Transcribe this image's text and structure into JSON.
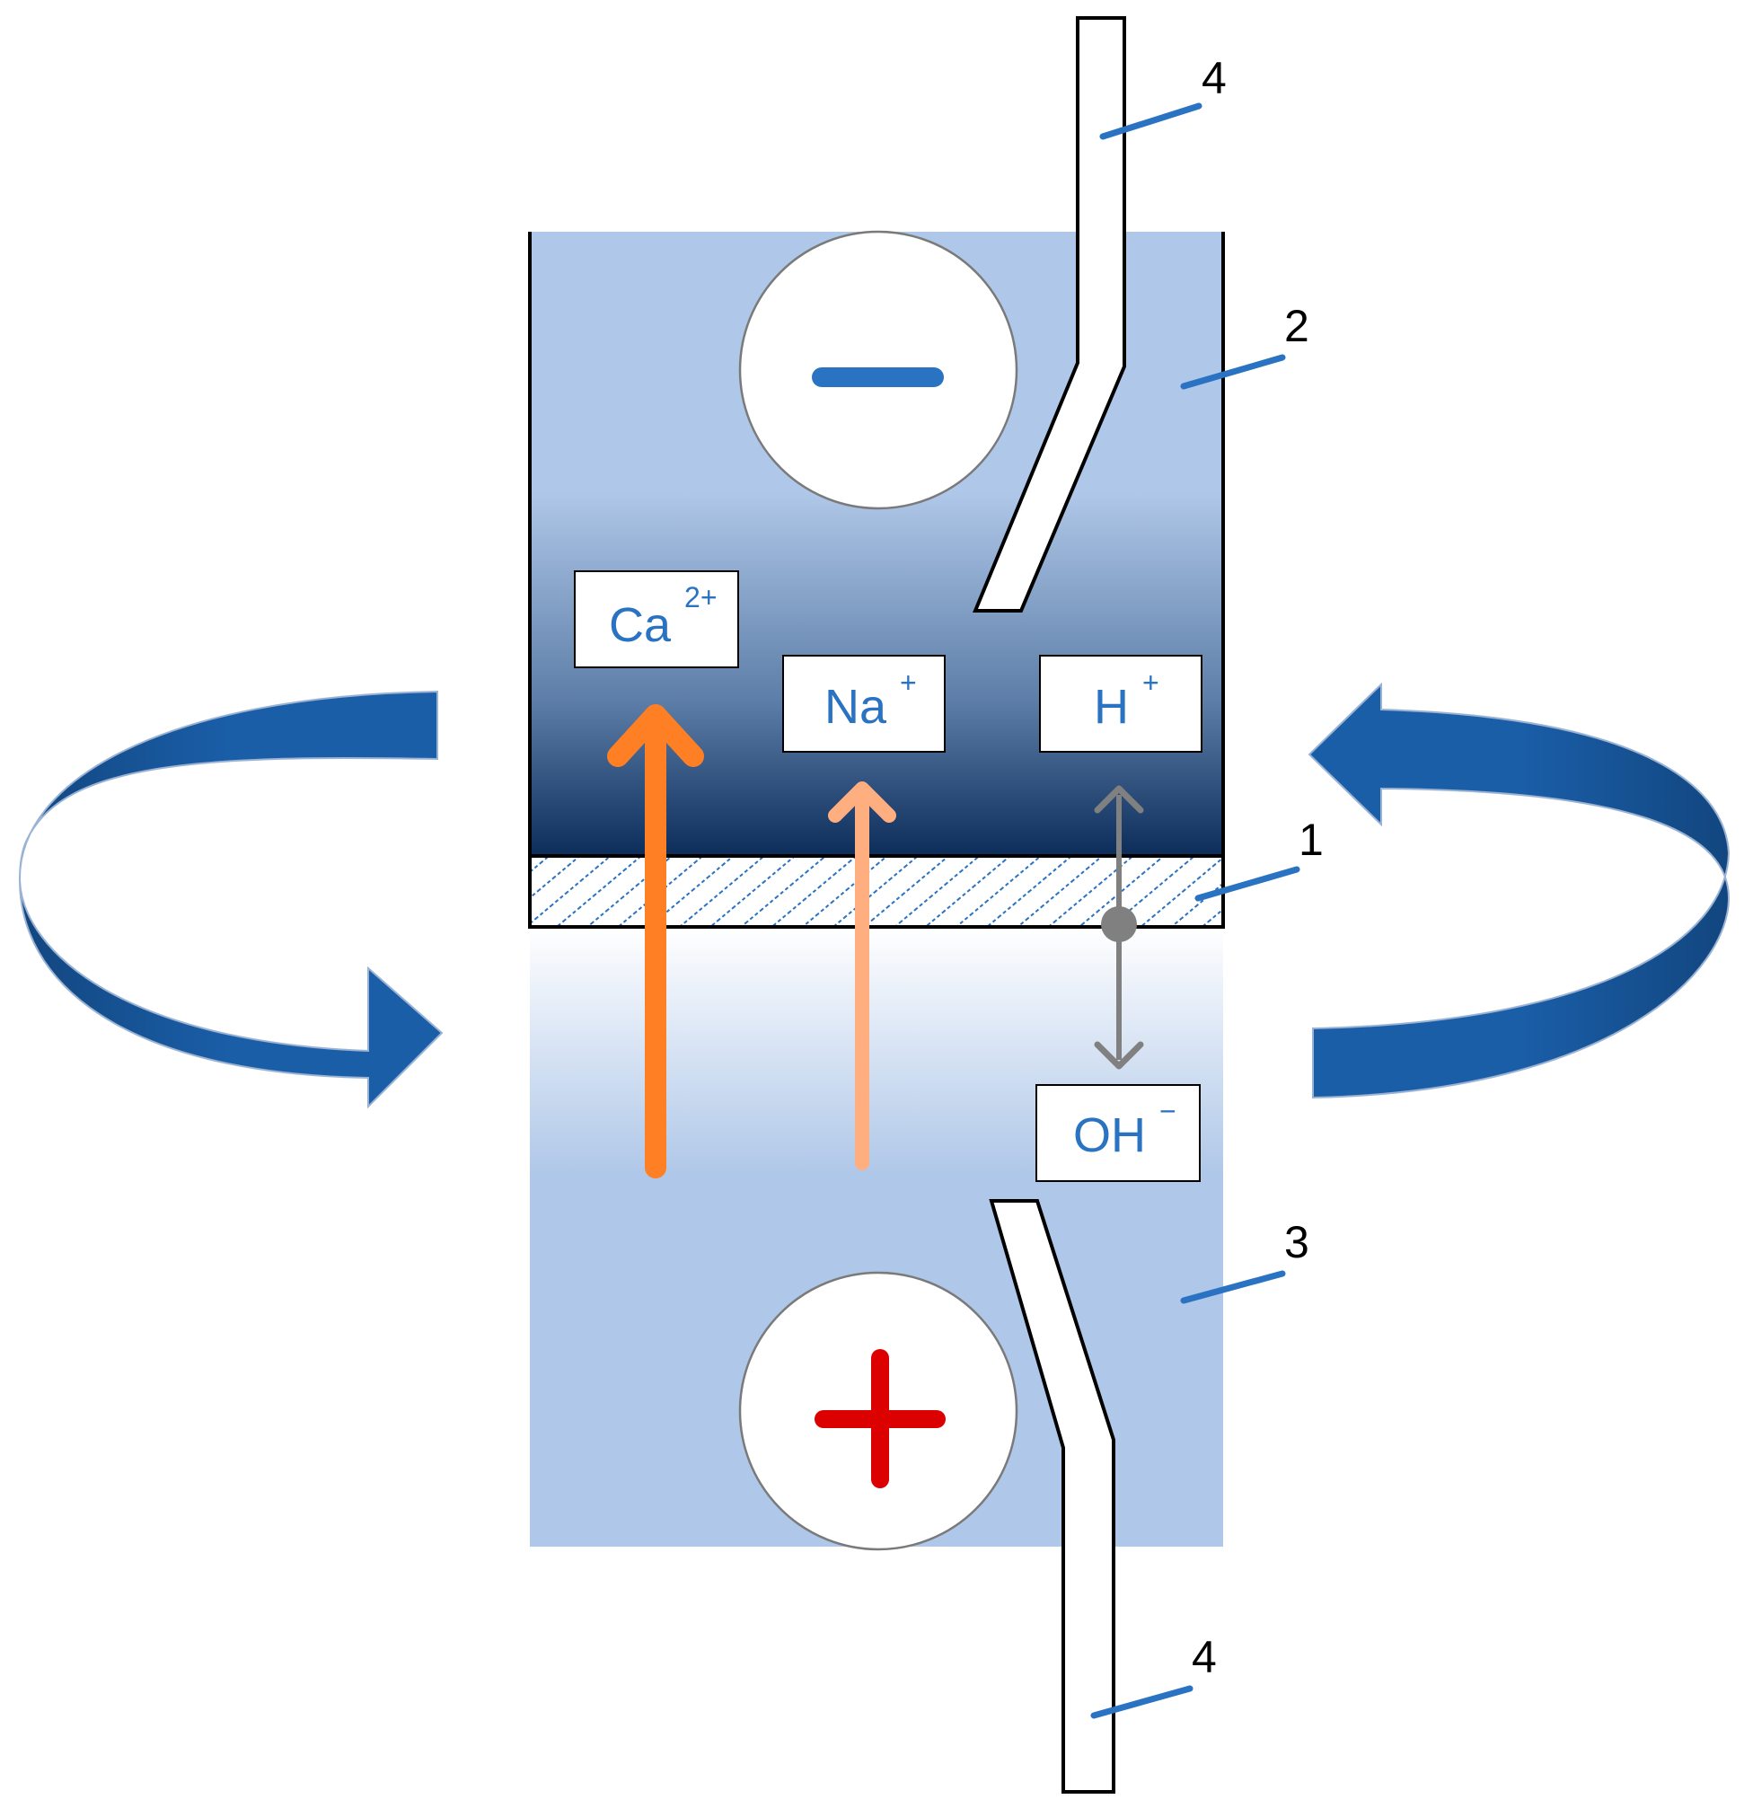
{
  "colors": {
    "chamber_light": "#afc7e8",
    "chamber_dark": "#0c2c5a",
    "cycle_arrow": "#1a5ea8",
    "cycle_arrow_dark": "#12467f",
    "leader_line": "#2a72c2",
    "minus_sign": "#2a72c2",
    "plus_sign": "#dd0000",
    "ca_arrow": "#ff7f24",
    "na_arrow": "#ffae80",
    "water_split": "#808080",
    "ion_text": "#2a72c2",
    "membrane_hatch": "#2a72c2"
  },
  "ions": {
    "ca": {
      "base": "Ca",
      "charge": "2+"
    },
    "na": {
      "base": "Na",
      "charge": "+"
    },
    "h": {
      "base": "H",
      "charge": "+"
    },
    "oh": {
      "base": "OH",
      "charge": "−"
    }
  },
  "electrodes": {
    "cathode": {
      "sign": "minus",
      "icon": "minus-icon"
    },
    "anode": {
      "sign": "plus",
      "icon": "plus-icon"
    }
  },
  "callouts": {
    "membrane": "1",
    "cathode_chamber": "2",
    "anode_chamber": "3",
    "electrode_top": "4",
    "electrode_bottom": "4"
  }
}
